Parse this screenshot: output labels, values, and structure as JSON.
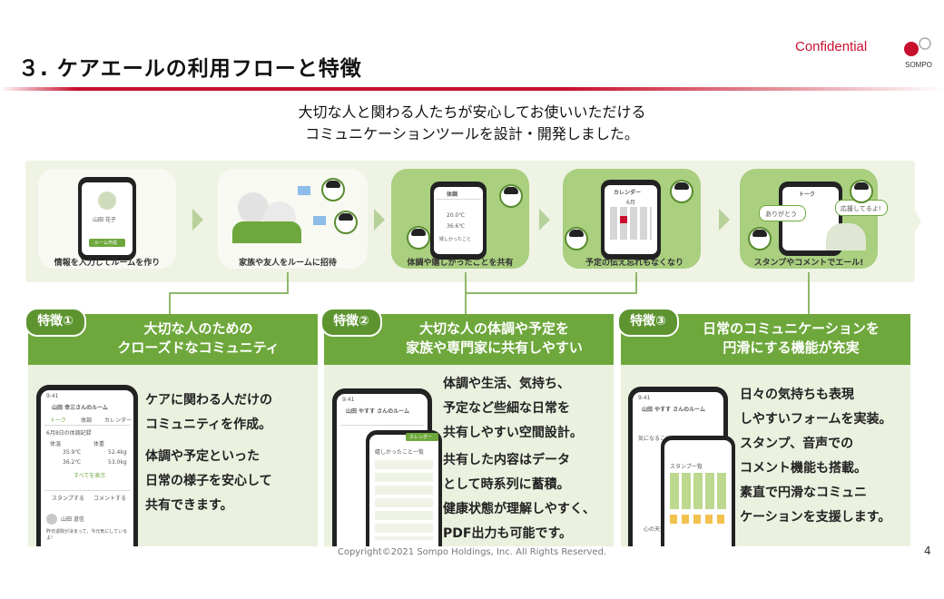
{
  "header": {
    "title": "３. ケアエールの利用フローと特徴",
    "confidential": "Confidential",
    "logo_text": "SOMPO"
  },
  "subtitle": {
    "line1": "大切な人と関わる人たちが安心してお使いいただける",
    "line2": "コミュニケーションツールを設計・開発しました。"
  },
  "flow": {
    "steps": [
      {
        "label": "情報を入力してルームを作り",
        "screen_name": "山田 花子",
        "screen_button": "ルーム作成"
      },
      {
        "label": "家族や友人をルームに招待"
      },
      {
        "label": "体調や嬉しかったことを共有",
        "screen_header": "体調",
        "v1": "20.0℃",
        "v2": "36.6℃",
        "v3": "嬉しかったこと"
      },
      {
        "label": "予定の伝え忘れもなくなり",
        "screen_header": "カレンダー",
        "month": "6月"
      },
      {
        "label": "スタンプやコメントでエール!",
        "screen_header": "トーク",
        "bubble1": "ありがとう",
        "bubble2": "応援してるよ!"
      }
    ]
  },
  "features": [
    {
      "tag": "特徴①",
      "title1": "大切な人のための",
      "title2": "クローズドなコミュニティ",
      "text1": "ケアに関わる人だけの\nコミュニティを作成。",
      "text2": "体調や予定といった\n日常の様子を安心して\n共有できます。",
      "ui": {
        "time": "9:41",
        "room": "山田 幸三さんのルーム",
        "tab1": "トーク",
        "tab2": "体調",
        "tab3": "カレンダー",
        "date": "6月8日の体調記録",
        "c1": "体温",
        "c2": "体重",
        "r1a": "35.9℃",
        "r1b": "52.4kg",
        "r2a": "36.2℃",
        "r2b": "53.0kg",
        "more": "すべてを表示",
        "stamp": "スタンプする",
        "comment": "コメントする",
        "user": "山田 道信",
        "msg": "昨日退院が決まって、今元気にしているよ!"
      }
    },
    {
      "tag": "特徴②",
      "title1": "大切な人の体調や予定を",
      "title2": "家族や専門家に共有しやすい",
      "text1": "体調や生活、気持ち、\n予定など些細な日常を\n共有しやすい空間設計。",
      "text2": "共有した内容はデータ\nとして時系列に蓄積。\n健康状態が理解しやすく、\nPDF出力も可能です。",
      "ui": {
        "time": "9:41",
        "room": "山田 やすす さんのルーム",
        "tab": "カレンダー",
        "list_title": "嬉しかったこと一覧"
      }
    },
    {
      "tag": "特徴③",
      "title1": "日常のコミュニケーションを",
      "title2": "円滑にする機能が充実",
      "text1": "日々の気持ちも表現\nしやすいフォームを実装。",
      "text2": "スタンプ、音声での\nコメント機能も搭載。",
      "text3": "素直で円滑なコミュニ\nケーションを支援します。",
      "ui": {
        "time": "9:41",
        "room": "山田 やすす さんのルーム",
        "item": "心の天気",
        "item2": "気になること",
        "stamp": "スタンプ一覧"
      }
    }
  ],
  "footer": {
    "copyright": "Copyright©2021 Sompo Holdings, Inc. All Rights Reserved.",
    "page": "4"
  },
  "colors": {
    "accent": "#6ea83c",
    "brand_red": "#c8102e",
    "band": "#eef3e4"
  }
}
